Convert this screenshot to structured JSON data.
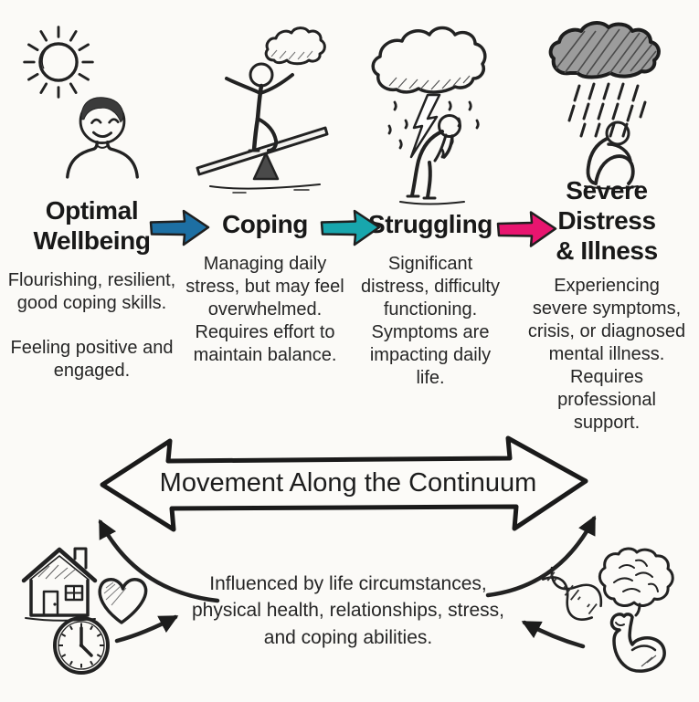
{
  "palette": {
    "background": "#fbfaf7",
    "ink": "#1f1f1f",
    "arrow_optimal_to_coping": "#1d6fa3",
    "arrow_coping_to_struggling": "#18a6ad",
    "arrow_struggling_to_severe": "#e8156f"
  },
  "stages": [
    {
      "title": "Optimal\nWellbeing",
      "illustration": "sun-and-smiling-person",
      "paragraphs": [
        "Flourishing, resilient, good coping skills.",
        "Feeling positive and engaged."
      ]
    },
    {
      "title": "Coping",
      "illustration": "figure-balancing-on-seesaw-under-cloud",
      "paragraphs": [
        "Managing daily stress, but may feel overwhelmed. Requires effort to maintain balance."
      ]
    },
    {
      "title": "Struggling",
      "illustration": "storm-cloud-lightning-over-hunched-figure",
      "paragraphs": [
        "Significant distress, difficulty functioning. Symptoms are impacting daily life."
      ]
    },
    {
      "title": "Severe\nDistress\n& Illness",
      "illustration": "dark-rain-cloud-over-curled-up-figure",
      "paragraphs": [
        "Experiencing severe symptoms, crisis, or diagnosed mental illness. Requires professional support."
      ]
    }
  ],
  "continuum_arrow": {
    "label": "Movement Along the Continuum"
  },
  "influences": {
    "text": "Influenced by life circumstances,\nphysical health, relationships, stress,\nand coping abilities.",
    "left_icons": [
      "house-icon",
      "heart-icon",
      "clock-icon"
    ],
    "right_icons": [
      "dna-icon",
      "brain-icon",
      "flexed-arm-icon"
    ]
  }
}
